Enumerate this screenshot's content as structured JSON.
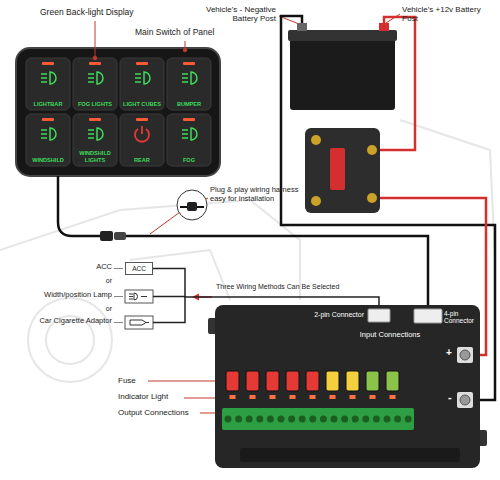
{
  "diagram": {
    "nodes": [
      {
        "text": [
          "LIGHTBAR"
        ]
      },
      {
        "text": [
          "FOG LIGHTS"
        ]
      },
      {
        "text": [
          "LIGHT CUBES"
        ]
      },
      {
        "text": [
          "BUMPER"
        ]
      },
      {
        "text": [
          "WINDSHILD"
        ]
      },
      {
        "text": [
          "WINDSHILD LIGHTS"
        ]
      },
      {
        "text": [
          "REAR"
        ]
      },
      {
        "text": [
          "FOG"
        ]
      },
      {
        "text": [
          "ACC"
        ]
      },
      {
        "text": [
          "2-pin Connector",
          "4-pin Connector",
          "Input Connections",
          "+",
          "-"
        ]
      }
    ],
    "edges": [
      {
        "from": 8,
        "to": 9,
        "arrow": "none"
      }
    ],
    "labels": [
      "Green Back-light Display",
      "Main Switch of Panel",
      "Vehicle's - Negative Battery Post",
      "Vehicle's +12v Battery Post",
      "Plug & play wiring harness easy for installation",
      "ACC",
      "or",
      "Width/position Lamp",
      "or",
      "Car Cigarette Adaptor",
      "Three Wiring Methods Can Be Selected",
      "Fuse",
      "Indicator Light",
      "Output Connections"
    ]
  }
}
